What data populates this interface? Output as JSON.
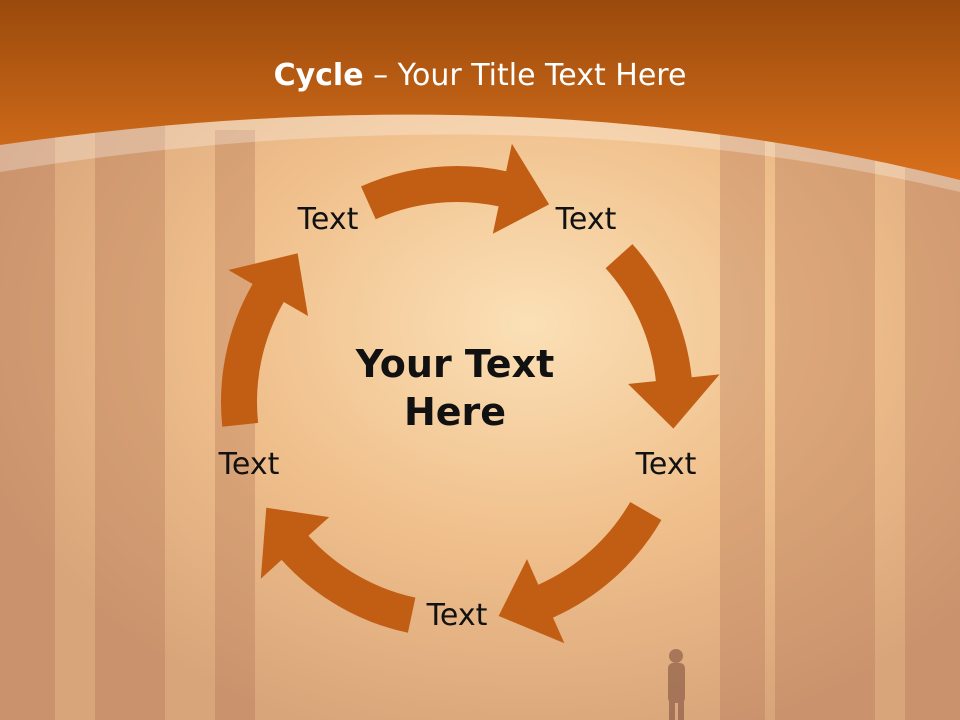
{
  "title": {
    "bold": "Cycle",
    "rest": " – Your Title Text Here"
  },
  "center_text": {
    "line1": "Your Text",
    "line2": "Here"
  },
  "nodes": [
    {
      "label": "Text"
    },
    {
      "label": "Text"
    },
    {
      "label": "Text"
    },
    {
      "label": "Text"
    },
    {
      "label": "Text"
    }
  ],
  "colors": {
    "arrow": "#c25e14",
    "header_top": "#9a4a0c",
    "header_bottom": "#d9701c",
    "background": "#e8b48a"
  }
}
